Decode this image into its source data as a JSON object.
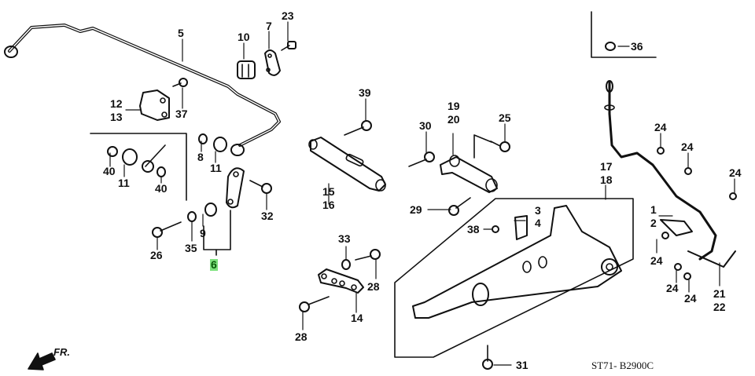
{
  "diagram": {
    "title": "Rear Stabilizer / Rear Lower Arm",
    "code": "ST71- B2900C",
    "front_marker": "FR.",
    "highlighted_part": "6",
    "colors": {
      "line": "#111111",
      "highlight_bg": "#7ee27e",
      "highlight_text": "#0a5a0a"
    },
    "callouts": [
      {
        "id": "c5",
        "text": "5"
      },
      {
        "id": "c10",
        "text": "10"
      },
      {
        "id": "c7",
        "text": "7"
      },
      {
        "id": "c23",
        "text": "23"
      },
      {
        "id": "c36",
        "text": "36"
      },
      {
        "id": "c12",
        "text": "12"
      },
      {
        "id": "c13",
        "text": "13"
      },
      {
        "id": "c37",
        "text": "37"
      },
      {
        "id": "c39",
        "text": "39"
      },
      {
        "id": "c19",
        "text": "19"
      },
      {
        "id": "c20",
        "text": "20"
      },
      {
        "id": "c25",
        "text": "25"
      },
      {
        "id": "c30",
        "text": "30"
      },
      {
        "id": "c24a",
        "text": "24"
      },
      {
        "id": "c24b",
        "text": "24"
      },
      {
        "id": "c24c",
        "text": "24"
      },
      {
        "id": "c40a",
        "text": "40"
      },
      {
        "id": "c11a",
        "text": "11"
      },
      {
        "id": "c40b",
        "text": "40"
      },
      {
        "id": "c8",
        "text": "8"
      },
      {
        "id": "c11b",
        "text": "11"
      },
      {
        "id": "c15",
        "text": "15"
      },
      {
        "id": "c16",
        "text": "16"
      },
      {
        "id": "c17",
        "text": "17"
      },
      {
        "id": "c18",
        "text": "18"
      },
      {
        "id": "c32",
        "text": "32"
      },
      {
        "id": "c29",
        "text": "29"
      },
      {
        "id": "c3",
        "text": "3"
      },
      {
        "id": "c4",
        "text": "4"
      },
      {
        "id": "c1",
        "text": "1"
      },
      {
        "id": "c2",
        "text": "2"
      },
      {
        "id": "c38",
        "text": "38"
      },
      {
        "id": "c9",
        "text": "9"
      },
      {
        "id": "c26",
        "text": "26"
      },
      {
        "id": "c35",
        "text": "35"
      },
      {
        "id": "c6",
        "text": "6"
      },
      {
        "id": "c33",
        "text": "33"
      },
      {
        "id": "c28a",
        "text": "28"
      },
      {
        "id": "c28b",
        "text": "28"
      },
      {
        "id": "c14",
        "text": "14"
      },
      {
        "id": "c24d",
        "text": "24"
      },
      {
        "id": "c24e",
        "text": "24"
      },
      {
        "id": "c24f",
        "text": "24"
      },
      {
        "id": "c21",
        "text": "21"
      },
      {
        "id": "c22",
        "text": "22"
      },
      {
        "id": "c31",
        "text": "31"
      }
    ]
  }
}
